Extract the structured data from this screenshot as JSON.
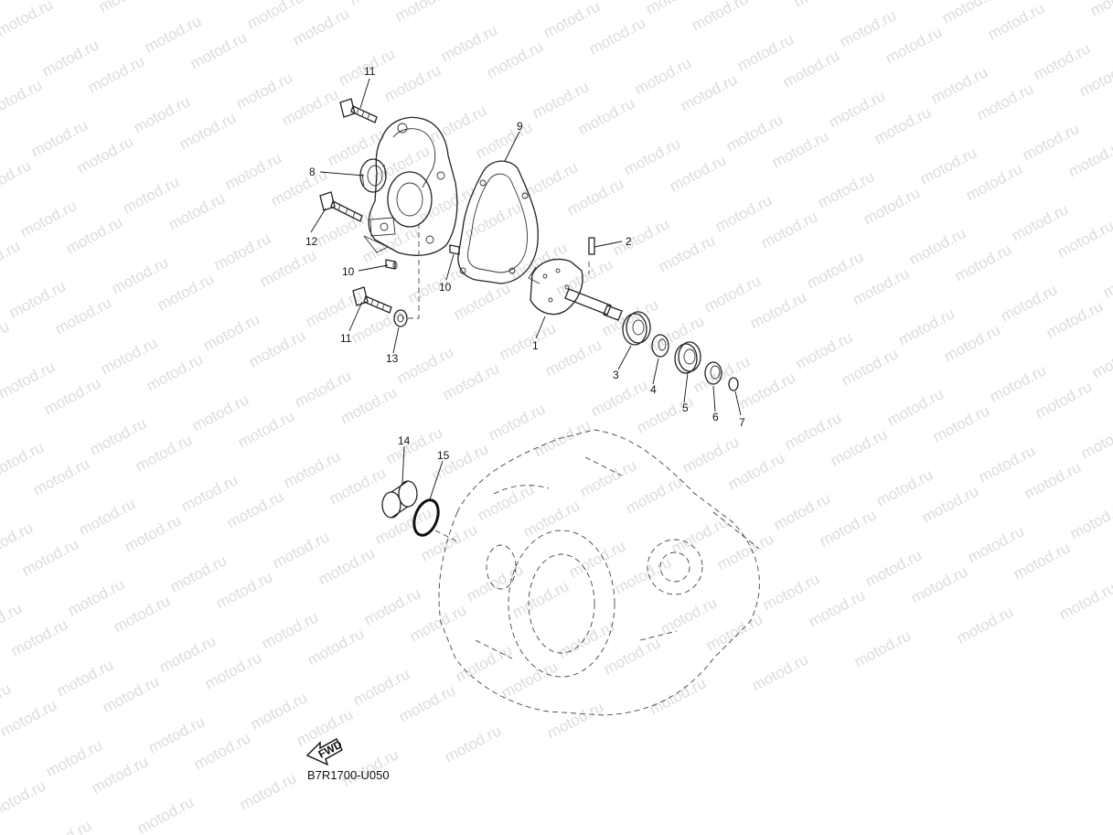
{
  "watermark": {
    "text": "motod.ru",
    "color": "#dcdcdc"
  },
  "callouts": [
    {
      "id": "11a",
      "label": "11"
    },
    {
      "id": "8",
      "label": "8"
    },
    {
      "id": "12",
      "label": "12"
    },
    {
      "id": "10a",
      "label": "10"
    },
    {
      "id": "11b",
      "label": "11"
    },
    {
      "id": "13",
      "label": "13"
    },
    {
      "id": "9",
      "label": "9"
    },
    {
      "id": "10b",
      "label": "10"
    },
    {
      "id": "2",
      "label": "2"
    },
    {
      "id": "1",
      "label": "1"
    },
    {
      "id": "3",
      "label": "3"
    },
    {
      "id": "4",
      "label": "4"
    },
    {
      "id": "5",
      "label": "5"
    },
    {
      "id": "6",
      "label": "6"
    },
    {
      "id": "7",
      "label": "7"
    },
    {
      "id": "14",
      "label": "14"
    },
    {
      "id": "15",
      "label": "15"
    }
  ],
  "fwd_label": "FWD",
  "diagram_code": "B7R1700-U050",
  "colors": {
    "line": "#222222",
    "background": "#ffffff"
  }
}
